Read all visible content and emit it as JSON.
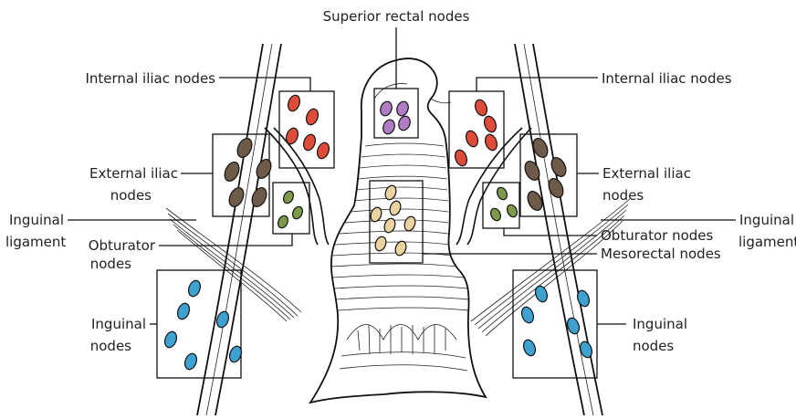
{
  "labels": {
    "superior_rectal": "Superior rectal nodes",
    "internal_iliac_left": "Internal iliac nodes",
    "internal_iliac_right": "Internal iliac nodes",
    "external_iliac_left_1": "External iliac",
    "external_iliac_left_2": "nodes",
    "external_iliac_right_1": "External iliac",
    "external_iliac_right_2": "nodes",
    "inguinal_ligament_left_1": "Inguinal",
    "inguinal_ligament_left_2": "ligament",
    "inguinal_ligament_right_1": "Inguinal",
    "inguinal_ligament_right_2": "ligament",
    "obturator_left_1": "Obturator",
    "obturator_left_2": "nodes",
    "obturator_right": "Obturator nodes",
    "mesorectal": "Mesorectal nodes",
    "inguinal_nodes_left_1": "Inguinal",
    "inguinal_nodes_left_2": "nodes",
    "inguinal_nodes_right_1": "Inguinal",
    "inguinal_nodes_right_2": "nodes"
  },
  "colors": {
    "superior_rectal": "#b07cc6",
    "internal_iliac": "#dd4b39",
    "external_iliac": "#6e5a48",
    "obturator": "#7d9a4c",
    "mesorectal": "#ead3a0",
    "inguinal": "#3fa1cf"
  }
}
